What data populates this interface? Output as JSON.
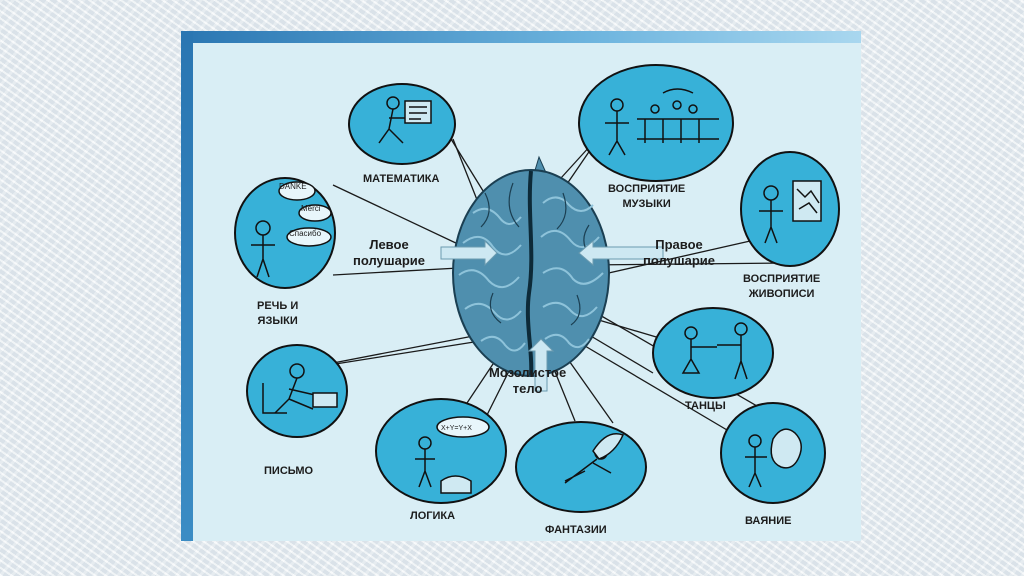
{
  "center": {
    "left_hemisphere": "Левое\nполушарие",
    "right_hemisphere": "Правое\nполушарие",
    "corpus_callosum": "Мозолистое\nтело"
  },
  "topics": {
    "math": "МАТЕМАТИКА",
    "music": "ВОСПРИЯТИЕ\nМУЗЫКИ",
    "painting": "ВОСПРИЯТИЕ\nЖИВОПИСИ",
    "speech": "РЕЧЬ И\nЯЗЫКИ",
    "dance": "ТАНЦЫ",
    "writing": "ПИСЬМО",
    "logic": "ЛОГИКА",
    "fantasy": "ФАНТАЗИИ",
    "sculpture": "ВАЯНИЕ"
  },
  "bubble_words": {
    "danke": "DANKE",
    "merci": "Merci",
    "spasibo": "Спасибо",
    "formula": "X+Y=Y+X"
  },
  "colors": {
    "bubble_fill": "#37b1d8",
    "brain": "#4f8fae",
    "frame": "#3b8cc4",
    "panel": "#d9eef5"
  }
}
